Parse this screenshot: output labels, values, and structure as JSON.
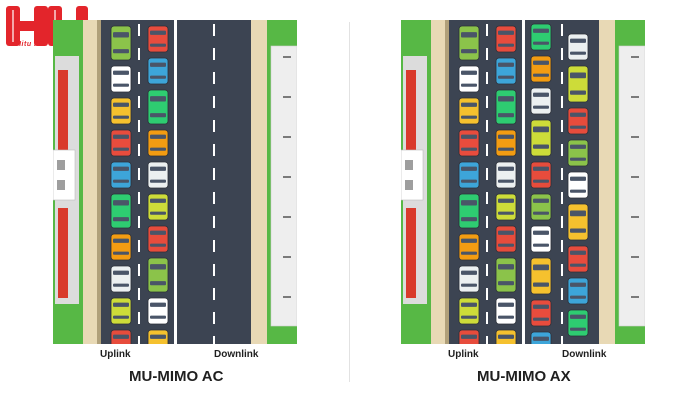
{
  "logo": {
    "text": "Hitu PC"
  },
  "panels": [
    {
      "id": "ac",
      "uplink_label": "Uplink",
      "downlink_label": "Downlink",
      "title": "MU-MIMO AC",
      "downlink_traffic": "none"
    },
    {
      "id": "ax",
      "uplink_label": "Uplink",
      "downlink_label": "Downlink",
      "title": "MU-MIMO AX",
      "downlink_traffic": "two-lanes"
    }
  ],
  "colors": {
    "grass": "#57b845",
    "road": "#3c4452",
    "building_wall": "#dcdcdc",
    "roof_red": "#d93a2b",
    "logo_red": "#e3252b"
  }
}
